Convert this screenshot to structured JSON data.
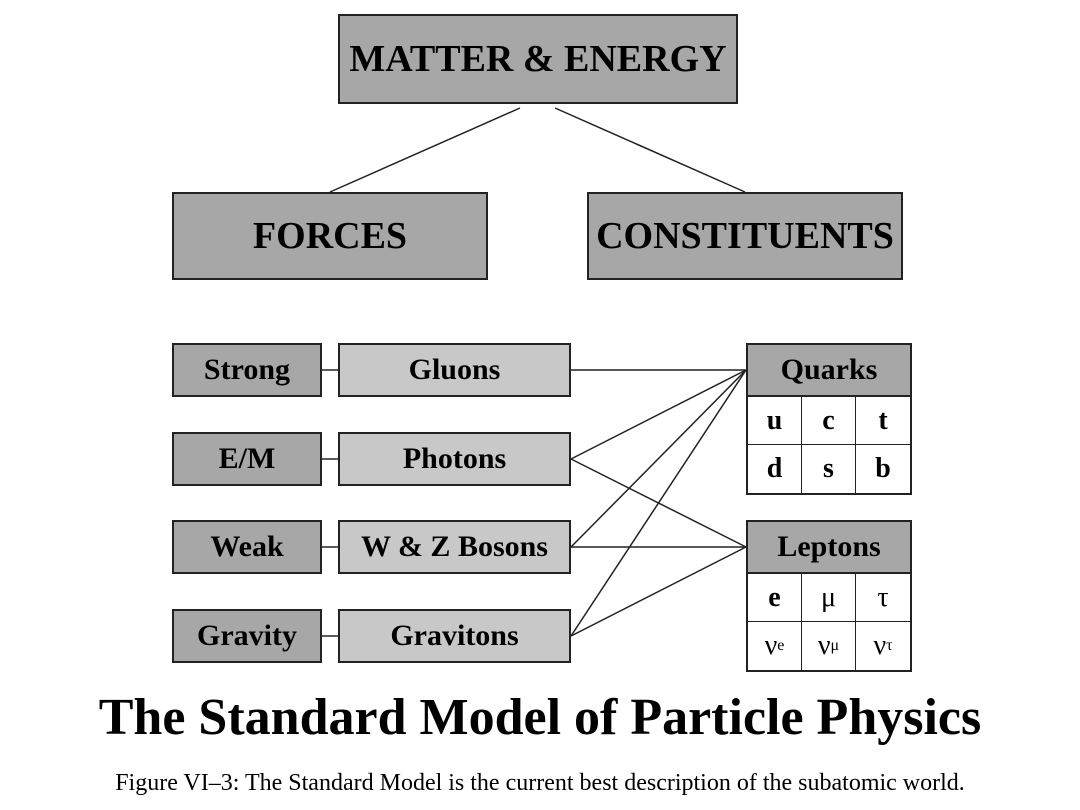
{
  "diagram": {
    "root": "MATTER & ENERGY",
    "branches": [
      "FORCES",
      "CONSTITUENTS"
    ],
    "forces": [
      {
        "force": "Strong",
        "carrier": "Gluons"
      },
      {
        "force": "E/M",
        "carrier": "Photons"
      },
      {
        "force": "Weak",
        "carrier": "W & Z Bosons"
      },
      {
        "force": "Gravity",
        "carrier": "Gravitons"
      }
    ],
    "quarks": {
      "label": "Quarks",
      "cells": [
        "u",
        "c",
        "t",
        "d",
        "s",
        "b"
      ]
    },
    "leptons": {
      "label": "Leptons",
      "cells": [
        "e",
        "μ",
        "τ"
      ],
      "neutrinos": [
        {
          "base": "ν",
          "sub": "e"
        },
        {
          "base": "ν",
          "sub": "μ"
        },
        {
          "base": "ν",
          "sub": "τ"
        }
      ]
    },
    "connections": [
      {
        "from": "Gluons",
        "to": "Quarks"
      },
      {
        "from": "Photons",
        "to": "Quarks"
      },
      {
        "from": "Photons",
        "to": "Leptons"
      },
      {
        "from": "W & Z Bosons",
        "to": "Quarks"
      },
      {
        "from": "W & Z Bosons",
        "to": "Leptons"
      },
      {
        "from": "Gravitons",
        "to": "Quarks"
      },
      {
        "from": "Gravitons",
        "to": "Leptons"
      }
    ]
  },
  "title": "The Standard Model of Particle Physics",
  "caption": "Figure VI–3: The Standard Model is the current best description of the subatomic world.",
  "colors": {
    "dark_box": "#a7a7a7",
    "light_box": "#c8c8c8",
    "line": "#222222"
  }
}
